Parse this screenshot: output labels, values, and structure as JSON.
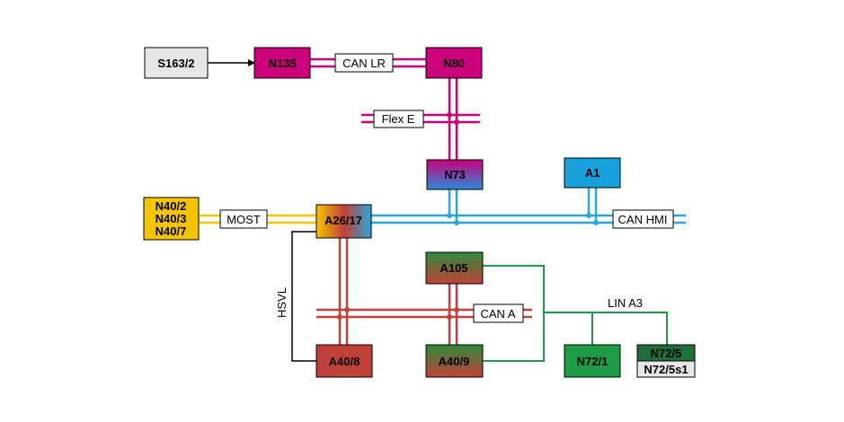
{
  "colors": {
    "magenta": "#cc007a",
    "yellow": "#f5c400",
    "cyan": "#2aa6d8",
    "red": "#c0413a",
    "green": "#1e9c45",
    "darkgreen": "#1f6e3a",
    "blue_box": "#17a0dc",
    "gray_box": "#e6e6e6",
    "black": "#000000"
  },
  "nodes": {
    "s163_2": "S163/2",
    "n135": "N135",
    "n80": "N80",
    "n73": "N73",
    "a1": "A1",
    "n40": [
      "N40/2",
      "N40/3",
      "N40/7"
    ],
    "a26_17": "A26/17",
    "a105": "A105",
    "a40_8": "A40/8",
    "a40_9": "A40/9",
    "n72_1": "N72/1",
    "n72_5": "N72/5",
    "n72_5s1": "N72/5s1"
  },
  "buses": {
    "can_lr": "CAN LR",
    "flex_e": "Flex E",
    "most": "MOST",
    "can_hmi": "CAN HMI",
    "can_a": "CAN A",
    "lin_a3": "LIN A3",
    "hsvl": "HSVL"
  }
}
